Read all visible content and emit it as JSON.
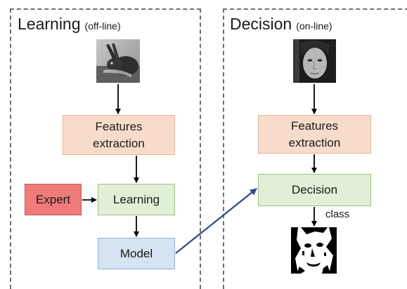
{
  "learning": {
    "title": "Learning",
    "mode": "(off-line)",
    "features_box": "Features\nextraction",
    "expert_box": "Expert",
    "learning_box": "Learning",
    "model_box": "Model"
  },
  "decision": {
    "title": "Decision",
    "mode": "(on-line)",
    "features_box": "Features\nextraction",
    "decision_box": "Decision",
    "output_label": "class"
  },
  "colors": {
    "features": "#f8dccb",
    "learning": "#e1efd6",
    "model": "#d5e3f2",
    "expert": "#f07b7b",
    "cross_arrow": "#2f4a86",
    "panel_border": "#6f6f6f"
  },
  "images": {
    "training_input": "rabbit-photo",
    "test_input": "face-photo",
    "output": "binary-segmentation-mask"
  }
}
